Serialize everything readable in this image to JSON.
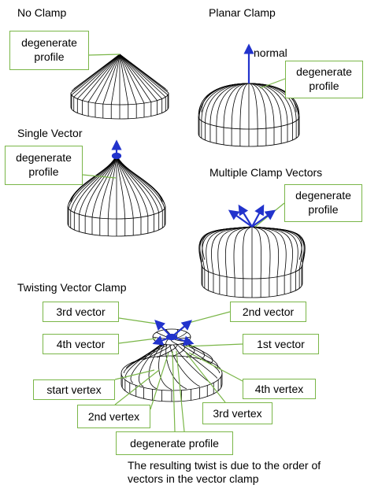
{
  "titles": {
    "no_clamp": "No Clamp",
    "planar_clamp": "Planar Clamp",
    "single_vector": "Single Vector",
    "multiple_clamp_vectors": "Multiple Clamp Vectors",
    "twisting_vector_clamp": "Twisting Vector Clamp"
  },
  "callouts": {
    "no_clamp_profile": [
      "degenerate",
      "profile"
    ],
    "planar_profile": [
      "degenerate",
      "profile"
    ],
    "single_profile": [
      "degenerate",
      "profile"
    ],
    "multiple_profile": [
      "degenerate",
      "profile"
    ],
    "twist_third_vector": "3rd vector",
    "twist_second_vector": "2nd vector",
    "twist_fourth_vector": "4th vector",
    "twist_first_vector": "1st vector",
    "twist_start_vertex": "start  vertex",
    "twist_fourth_vertex": "4th vertex",
    "twist_second_vertex": "2nd vertex",
    "twist_third_vertex": "3rd vertex",
    "twist_profile": "degenerate profile"
  },
  "labels": {
    "normal": "normal"
  },
  "caption": [
    "The resulting twist is due to the order of",
    "vectors in the vector clamp"
  ],
  "colors": {
    "callout_border": "#7ab648",
    "leader_line": "#7ab648",
    "vector_arrow": "#2233cc",
    "mesh_line": "#000000"
  }
}
